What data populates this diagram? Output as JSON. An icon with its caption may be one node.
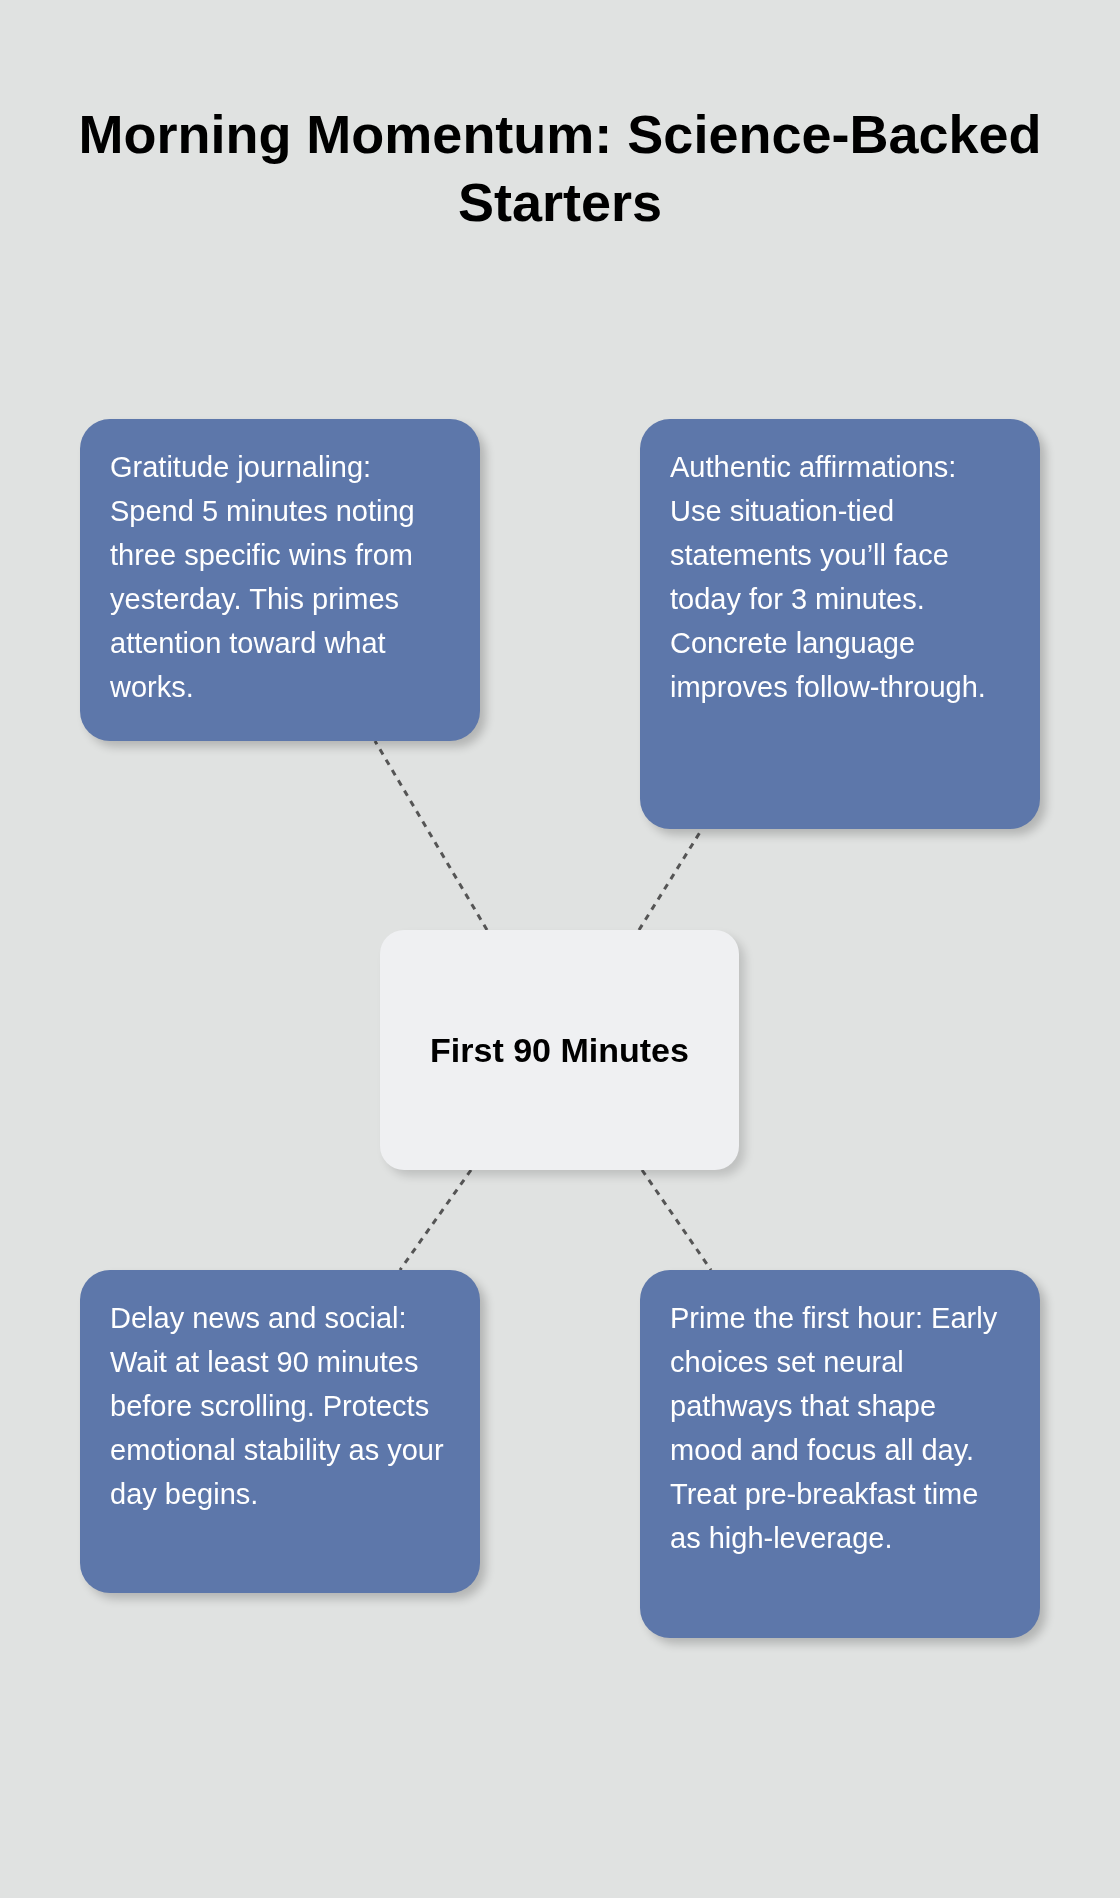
{
  "diagram": {
    "title": "Morning Momentum: Science-Backed Starters",
    "nodes": [
      {
        "text": [
          "Gratitude journaling: Spend 5 minutes noting three specific wins from yesterday. This primes attention toward what works."
        ]
      },
      {
        "text": [
          "Authentic affirmations: Use situation-tied statements you’ll face today for 3 minutes. Concrete language improves follow-through."
        ]
      },
      {
        "text": [
          "First 90 Minutes"
        ]
      },
      {
        "text": [
          "Delay news and social: Wait at least 90 minutes before scrolling. Protects emotional stability as your day begins."
        ]
      },
      {
        "text": [
          "Prime the first hour: Early choices set neural pathways that shape mood and focus all day. Treat pre-breakfast time as high-leverage."
        ]
      }
    ],
    "edges": [
      {
        "from": 2,
        "to": 0,
        "arrow": "none",
        "style": "dashed"
      },
      {
        "from": 2,
        "to": 1,
        "arrow": "none",
        "style": "dashed"
      },
      {
        "from": 2,
        "to": 3,
        "arrow": "none",
        "style": "dashed"
      },
      {
        "from": 2,
        "to": 4,
        "arrow": "none",
        "style": "dashed"
      }
    ]
  }
}
